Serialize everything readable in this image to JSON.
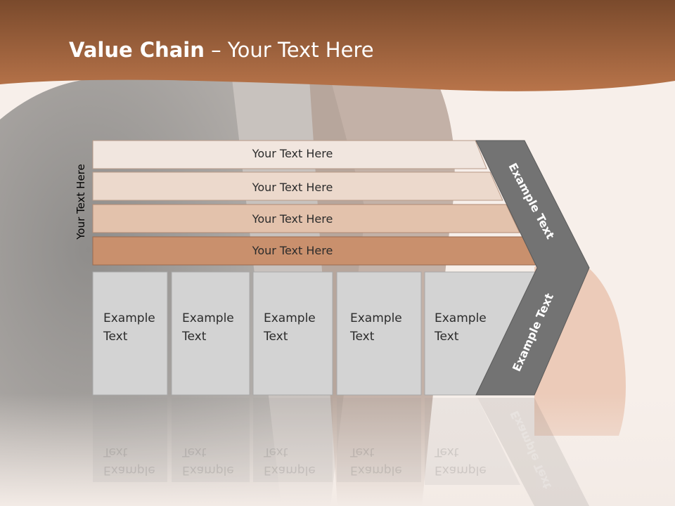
{
  "slide": {
    "title_bold": "Value Chain",
    "title_rest": " – Your Text Here",
    "vertical_label": "Your Text Here"
  },
  "bars": [
    {
      "label": "Your Text Here"
    },
    {
      "label": "Your Text Here"
    },
    {
      "label": "Your Text Here"
    },
    {
      "label": "Your Text Here"
    }
  ],
  "boxes": [
    {
      "line1": "Example",
      "line2": "Text"
    },
    {
      "line1": "Example",
      "line2": "Text"
    },
    {
      "line1": "Example",
      "line2": "Text"
    },
    {
      "line1": "Example",
      "line2": "Text"
    },
    {
      "line1": "Example",
      "line2": "Text"
    }
  ],
  "arrow": {
    "upper_label": "Example Text",
    "lower_label": "Example Text"
  },
  "colors": {
    "header": "#a4643c",
    "bar1": "#f1e6df",
    "bar2": "#ecd9cc",
    "bar3": "#e3c2ac",
    "bar4": "#c9906d",
    "box": "#d3d3d3",
    "arrow": "#737373"
  }
}
